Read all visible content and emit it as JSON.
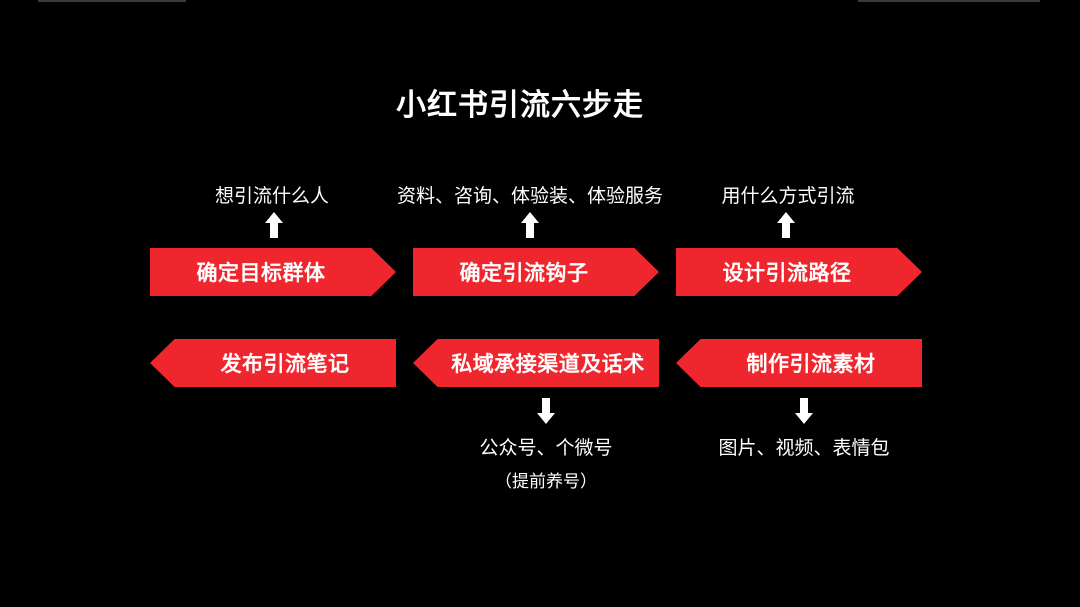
{
  "title": "小红书引流六步走",
  "top_row": [
    {
      "label": "确定目标群体",
      "note": "想引流什么人"
    },
    {
      "label": "确定引流钩子",
      "note": "资料、咨询、体验装、体验服务"
    },
    {
      "label": "设计引流路径",
      "note": "用什么方式引流"
    }
  ],
  "bottom_row": [
    {
      "label": "发布引流笔记"
    },
    {
      "label": "私域承接渠道及话术",
      "note": "公众号、个微号",
      "subnote": "（提前养号）"
    },
    {
      "label": "制作引流素材",
      "note": "图片、视频、表情包"
    }
  ],
  "colors": {
    "background": "#000000",
    "step_fill": "#f0262e",
    "text": "#ffffff"
  },
  "icons": {
    "up": "arrow-up-icon",
    "down": "arrow-down-icon"
  }
}
